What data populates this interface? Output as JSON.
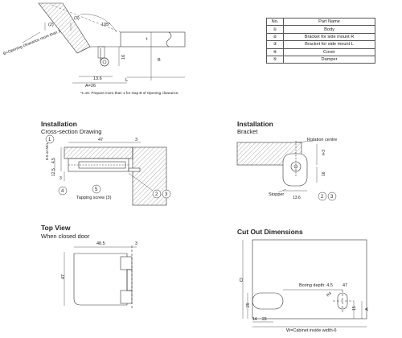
{
  "top_diagram": {
    "labels": {
      "dim_2": "(2)",
      "dim_3": "(3)",
      "angle": "105°",
      "clearance": "B=Opening clearance more than 1",
      "dim_16": "16",
      "dim_t": "t",
      "dim_b": "B",
      "dim_136": "13.6",
      "dim_a": "A=26",
      "dim_l": "L"
    },
    "note": "*t=16. Prepare more than 1 for Gap B of Opening clearance."
  },
  "parts_table": {
    "headers": [
      "No.",
      "Part Name"
    ],
    "rows": [
      {
        "no": "①",
        "name": "Body"
      },
      {
        "no": "②",
        "name": "Bracket for side mount R"
      },
      {
        "no": "③",
        "name": "Bracket for side mount L"
      },
      {
        "no": "④",
        "name": "Cover"
      },
      {
        "no": "⑤",
        "name": "Damper"
      }
    ]
  },
  "install_left": {
    "title": "Installation",
    "subtitle": "Cross-section Drawing",
    "labels": {
      "callout_1": "1",
      "dim_min": "8.5 at Min.",
      "dim_45": "4.5",
      "dim_47": "47",
      "dim_3": "3",
      "dim_125": "12.5",
      "dim_3b": "3",
      "callout_4": "4",
      "callout_5": "5",
      "callout_2": "2",
      "callout_3": "3",
      "tapping": "Tapping screw (3)"
    }
  },
  "install_right": {
    "title": "Installation",
    "subtitle": "Bracket",
    "labels": {
      "rotation": "Rotation centre",
      "dim_t3": "t+3",
      "dim_16": "16",
      "stopper": "Stopper",
      "dim_136": "13.6",
      "callout_2": "2",
      "callout_3": "3"
    }
  },
  "top_view": {
    "title": "Top View",
    "subtitle": "When closed door",
    "labels": {
      "dim_485": "48.5",
      "dim_3": "3",
      "dim_47": "47"
    }
  },
  "cutout": {
    "title": "Cut Out Dimensions",
    "labels": {
      "dim_d": "D",
      "boring": "Boring depth: 4.5",
      "dim_47": "47",
      "dim_r4": "R4",
      "dim_29": "29",
      "dim_15": "15",
      "dim_a": "A",
      "dim_14": "14",
      "dim_23": "23",
      "dim_w": "W=Cabinet inside width-6"
    }
  }
}
